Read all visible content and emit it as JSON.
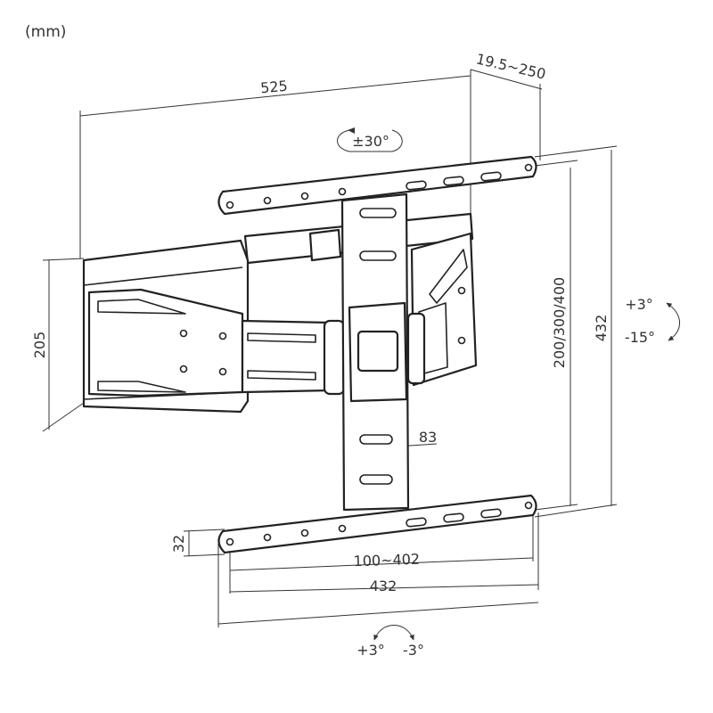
{
  "units_label": "(mm)",
  "dimensions": {
    "overall_width": "525",
    "depth_range": "19.5~250",
    "rail_height": "205",
    "vesa_height": "200/300/400",
    "overall_height": "432",
    "upright_width": "83",
    "rail_thickness": "32",
    "vesa_width": "100~402",
    "plate_width": "432"
  },
  "rotation": {
    "swivel": "±30°",
    "tilt_up": "+3°",
    "tilt_down": "-15°",
    "level_plus": "+3°",
    "level_minus": "-3°"
  },
  "colors": {
    "line": "#222222",
    "dimension": "#333333"
  }
}
